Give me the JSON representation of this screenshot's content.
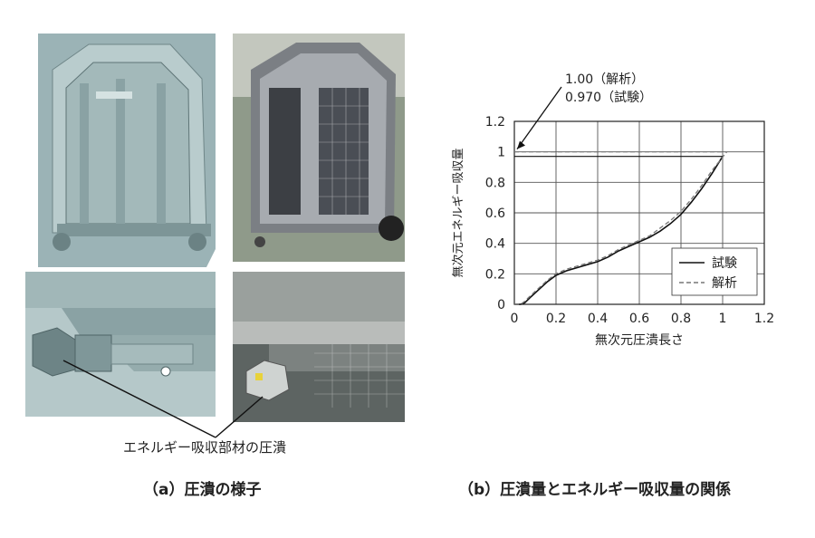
{
  "figure_a": {
    "crush_label": "エネルギー吸収部材の圧潰",
    "caption": "（a）圧潰の様子"
  },
  "figure_b": {
    "caption": "（b）圧潰量とエネルギー吸収量の関係"
  },
  "chart_data": {
    "type": "line",
    "xlabel": "無次元圧潰長さ",
    "ylabel": "無次元エネルギー吸収量",
    "xlim": [
      0,
      1.2
    ],
    "ylim": [
      0,
      1.2
    ],
    "xticks": [
      "0",
      "0.2",
      "0.4",
      "0.6",
      "0.8",
      "1",
      "1.2"
    ],
    "yticks": [
      "0",
      "0.2",
      "0.4",
      "0.6",
      "0.8",
      "1",
      "1.2"
    ],
    "grid": true,
    "legend": {
      "position": "bottom-right",
      "entries": [
        "試験",
        "解析"
      ]
    },
    "annotation": {
      "line1": "1.00（解析）",
      "line2": "0.970（試験）"
    },
    "series": [
      {
        "name": "試験",
        "style": "solid",
        "color": "#111111",
        "x": [
          0,
          0.03,
          0.05,
          0.08,
          0.12,
          0.16,
          0.2,
          0.25,
          0.3,
          0.35,
          0.4,
          0.45,
          0.5,
          0.55,
          0.6,
          0.65,
          0.7,
          0.75,
          0.8,
          0.85,
          0.9,
          0.95,
          1.0
        ],
        "y": [
          0,
          0,
          0.01,
          0.05,
          0.1,
          0.15,
          0.19,
          0.22,
          0.24,
          0.26,
          0.28,
          0.31,
          0.35,
          0.38,
          0.41,
          0.44,
          0.48,
          0.53,
          0.59,
          0.67,
          0.76,
          0.86,
          0.97
        ]
      },
      {
        "name": "解析",
        "style": "dashed",
        "color": "#777777",
        "x": [
          0,
          0.03,
          0.05,
          0.08,
          0.12,
          0.16,
          0.2,
          0.25,
          0.3,
          0.35,
          0.4,
          0.45,
          0.5,
          0.55,
          0.6,
          0.65,
          0.7,
          0.75,
          0.8,
          0.85,
          0.9,
          0.95,
          1.02
        ],
        "y": [
          0,
          0,
          0.02,
          0.06,
          0.11,
          0.16,
          0.2,
          0.23,
          0.25,
          0.27,
          0.29,
          0.32,
          0.36,
          0.39,
          0.42,
          0.45,
          0.5,
          0.55,
          0.61,
          0.69,
          0.78,
          0.88,
          1.0
        ]
      }
    ],
    "reference_lines": [
      {
        "series": "試験",
        "y": 0.97
      },
      {
        "series": "解析",
        "y": 1.0
      }
    ]
  }
}
